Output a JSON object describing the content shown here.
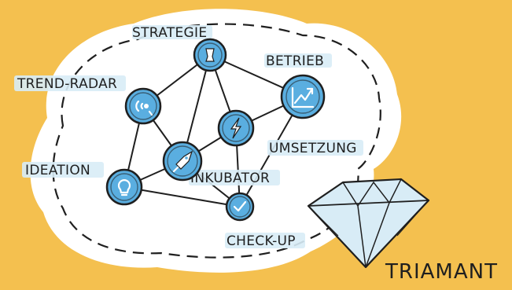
{
  "nodes": [
    {
      "id": "strategie",
      "label": "STRATEGIE"
    },
    {
      "id": "betrieb",
      "label": "BETRIEB"
    },
    {
      "id": "trend-radar",
      "label": "TREND-RADAR"
    },
    {
      "id": "umsetzung",
      "label": "UMSETZUNG"
    },
    {
      "id": "ideation",
      "label": "IDEATION"
    },
    {
      "id": "inkubator",
      "label": "INKUBATOR"
    },
    {
      "id": "check-up",
      "label": "CHECK-UP"
    },
    {
      "id": "lightning",
      "label": ""
    }
  ],
  "brand": {
    "name": "TRIAMANT"
  },
  "colors": {
    "background": "#f4c04f",
    "cloud": "#ffffff",
    "node_fill": "#5aaee0",
    "label_highlight": "#d8ecf6",
    "ink": "#1f1f1f"
  },
  "icons": {
    "strategie": "chess-pawn-icon",
    "betrieb": "rising-chart-icon",
    "trend-radar": "radar-icon",
    "lightning": "lightning-icon",
    "inkubator": "rocket-icon",
    "ideation": "lightbulb-icon",
    "check-up": "checkmark-icon",
    "brand": "diamond-icon"
  }
}
